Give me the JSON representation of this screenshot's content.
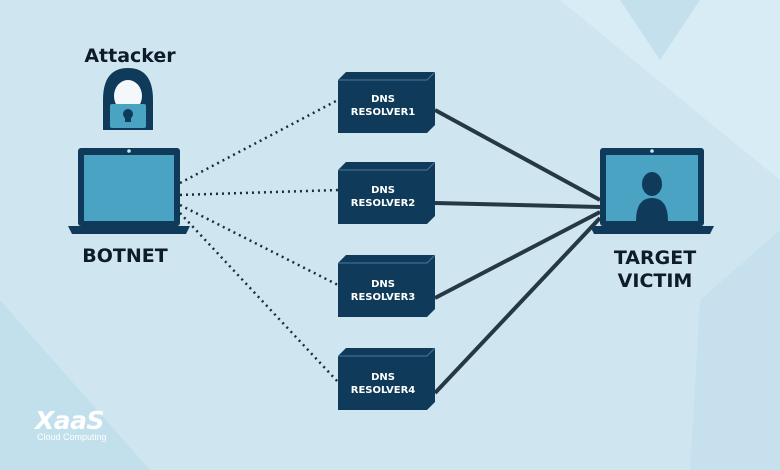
{
  "attacker_label": "Attacker",
  "botnet_label": "BOTNET",
  "target_label": "TARGET VICTIM",
  "resolvers": [
    {
      "line1": "DNS",
      "line2": "RESOLVER1"
    },
    {
      "line1": "DNS",
      "line2": "RESOLVER2"
    },
    {
      "line1": "DNS",
      "line2": "RESOLVER3"
    },
    {
      "line1": "DNS",
      "line2": "RESOLVER4"
    }
  ],
  "logo": {
    "brand": "XaaS",
    "subtitle": "Cloud Computing"
  },
  "colors": {
    "background": "#cfe6f1",
    "navy": "#0f3a5a",
    "screen": "#4aa3c3",
    "line": "#253845",
    "text": "#0d1b2a"
  },
  "icons": {
    "attacker": "hooded-hacker-icon",
    "botnet": "laptop-icon",
    "target": "laptop-person-icon",
    "resolver": "server-box-icon"
  }
}
